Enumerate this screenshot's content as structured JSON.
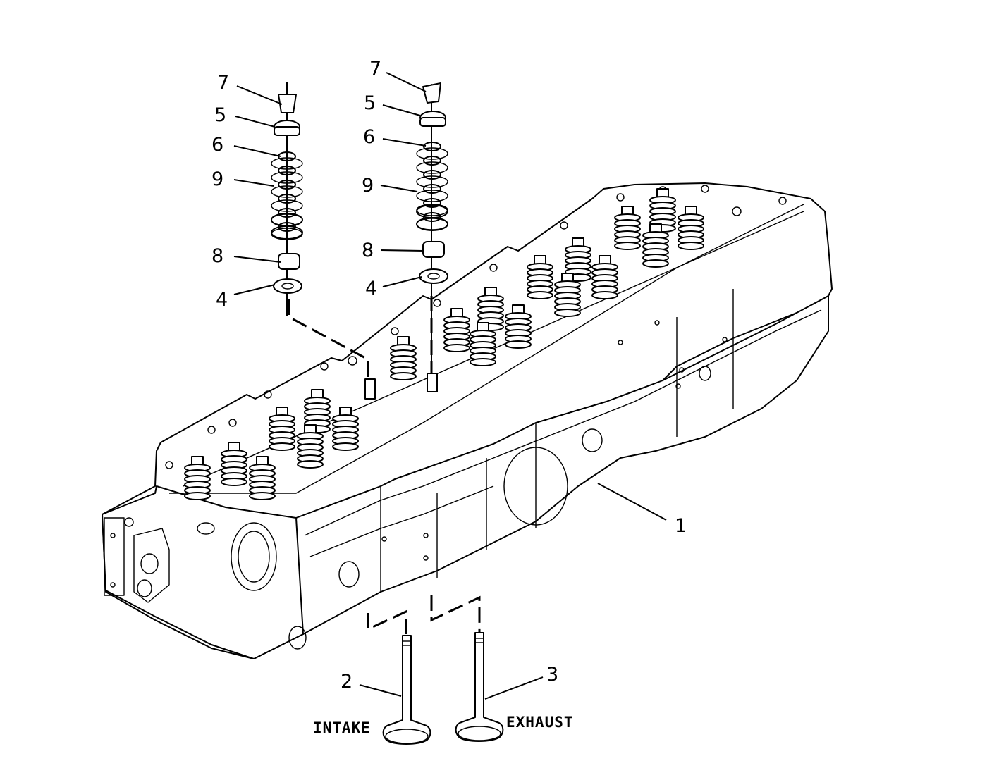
{
  "callouts": {
    "c1": "1",
    "c2": "2",
    "c3": "3",
    "c4a": "4",
    "c4b": "4",
    "c5a": "5",
    "c5b": "5",
    "c6a": "6",
    "c6b": "6",
    "c7a": "7",
    "c7b": "7",
    "c8a": "8",
    "c8b": "8",
    "c9a": "9",
    "c9b": "9"
  },
  "captions": {
    "intake": "INTAKE",
    "exhaust": "EXHAUST"
  }
}
